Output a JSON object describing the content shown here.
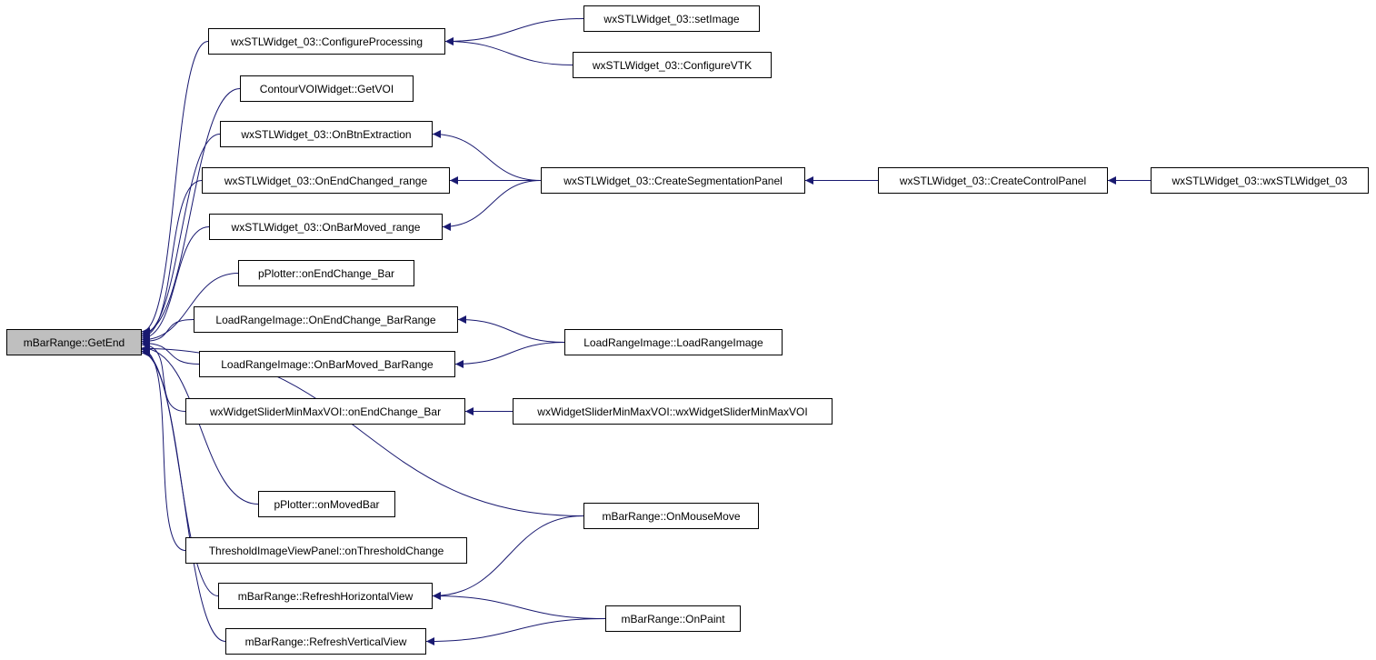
{
  "colors": {
    "edge": "#191970",
    "node_border": "#000000",
    "root_fill": "#bfbfbf",
    "node_fill": "#ffffff"
  },
  "nodes": {
    "getend": "mBarRange::GetEnd",
    "configure_processing": "wxSTLWidget_03::ConfigureProcessing",
    "set_image": "wxSTLWidget_03::setImage",
    "configure_vtk": "wxSTLWidget_03::ConfigureVTK",
    "contour_getvoi": "ContourVOIWidget::GetVOI",
    "on_btn_extraction": "wxSTLWidget_03::OnBtnExtraction",
    "create_segmentation_panel": "wxSTLWidget_03::CreateSegmentationPanel",
    "create_control_panel": "wxSTLWidget_03::CreateControlPanel",
    "wxstlwidget_ctor": "wxSTLWidget_03::wxSTLWidget_03",
    "on_end_changed_range": "wxSTLWidget_03::OnEndChanged_range",
    "on_bar_moved_range": "wxSTLWidget_03::OnBarMoved_range",
    "pplotter_on_end_change_bar": "pPlotter::onEndChange_Bar",
    "lri_on_end_change_barrange": "LoadRangeImage::OnEndChange_BarRange",
    "lri_ctor": "LoadRangeImage::LoadRangeImage",
    "lri_on_bar_moved_barrange": "LoadRangeImage::OnBarMoved_BarRange",
    "wsmmv_on_end_change_bar": "wxWidgetSliderMinMaxVOI::onEndChange_Bar",
    "wsmmv_ctor": "wxWidgetSliderMinMaxVOI::wxWidgetSliderMinMaxVOI",
    "mbr_on_mouse_move": "mBarRange::OnMouseMove",
    "pplotter_on_moved_bar": "pPlotter::onMovedBar",
    "threshold_on_change": "ThresholdImageViewPanel::onThresholdChange",
    "mbr_refresh_horizontal": "mBarRange::RefreshHorizontalView",
    "mbr_on_paint": "mBarRange::OnPaint",
    "mbr_refresh_vertical": "mBarRange::RefreshVerticalView"
  },
  "edges": [
    [
      "configure_processing",
      "getend"
    ],
    [
      "contour_getvoi",
      "getend"
    ],
    [
      "on_btn_extraction",
      "getend"
    ],
    [
      "on_end_changed_range",
      "getend"
    ],
    [
      "on_bar_moved_range",
      "getend"
    ],
    [
      "pplotter_on_end_change_bar",
      "getend"
    ],
    [
      "lri_on_end_change_barrange",
      "getend"
    ],
    [
      "lri_on_bar_moved_barrange",
      "getend"
    ],
    [
      "wsmmv_on_end_change_bar",
      "getend"
    ],
    [
      "mbr_on_mouse_move",
      "getend"
    ],
    [
      "pplotter_on_moved_bar",
      "getend"
    ],
    [
      "threshold_on_change",
      "getend"
    ],
    [
      "mbr_refresh_horizontal",
      "getend"
    ],
    [
      "mbr_refresh_vertical",
      "getend"
    ],
    [
      "set_image",
      "configure_processing"
    ],
    [
      "configure_vtk",
      "configure_processing"
    ],
    [
      "create_segmentation_panel",
      "on_btn_extraction"
    ],
    [
      "create_segmentation_panel",
      "on_end_changed_range"
    ],
    [
      "create_segmentation_panel",
      "on_bar_moved_range"
    ],
    [
      "create_control_panel",
      "create_segmentation_panel"
    ],
    [
      "wxstlwidget_ctor",
      "create_control_panel"
    ],
    [
      "lri_ctor",
      "lri_on_end_change_barrange"
    ],
    [
      "lri_ctor",
      "lri_on_bar_moved_barrange"
    ],
    [
      "wsmmv_ctor",
      "wsmmv_on_end_change_bar"
    ],
    [
      "mbr_on_mouse_move",
      "mbr_refresh_horizontal"
    ],
    [
      "mbr_on_paint",
      "mbr_refresh_horizontal"
    ],
    [
      "mbr_on_paint",
      "mbr_refresh_vertical"
    ]
  ]
}
